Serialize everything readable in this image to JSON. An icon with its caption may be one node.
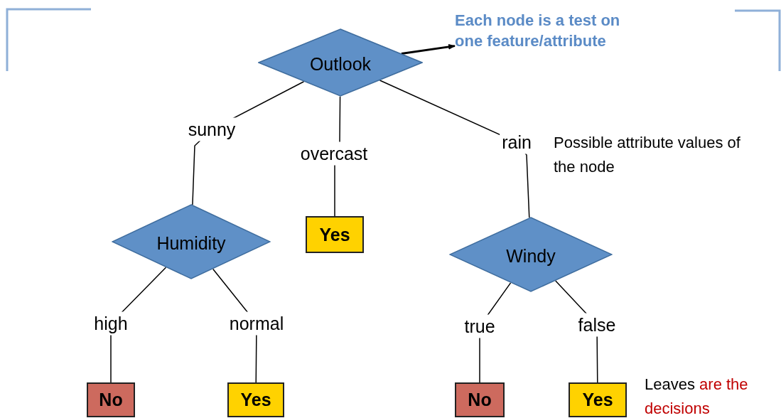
{
  "diagram": {
    "nodes": [
      {
        "text": [
          "Outlook"
        ]
      },
      {
        "text": [
          "Each node is a test on one feature/attribute"
        ]
      },
      {
        "text": [
          "Humidity"
        ]
      },
      {
        "text": [
          "Yes"
        ]
      },
      {
        "text": [
          "Windy"
        ]
      },
      {
        "text": [
          "No"
        ]
      },
      {
        "text": [
          "Yes"
        ]
      },
      {
        "text": [
          "No"
        ]
      },
      {
        "text": [
          "Yes"
        ]
      }
    ],
    "edges": [
      {
        "from": 0,
        "to": 2,
        "arrow": "none",
        "label": "sunny"
      },
      {
        "from": 0,
        "to": 3,
        "arrow": "none",
        "label": "overcast"
      },
      {
        "from": 0,
        "to": 4,
        "arrow": "none",
        "label": "rain"
      },
      {
        "from": 2,
        "to": 5,
        "arrow": "none",
        "label": "high"
      },
      {
        "from": 2,
        "to": 6,
        "arrow": "none",
        "label": "normal"
      },
      {
        "from": 4,
        "to": 7,
        "arrow": "none",
        "label": "true"
      },
      {
        "from": 4,
        "to": 8,
        "arrow": "none",
        "label": "false"
      },
      {
        "from": 0,
        "to": 1,
        "arrow": "to"
      }
    ],
    "labels": [
      "Possible attribute values of the node",
      "Leaves",
      "are the decisions"
    ]
  }
}
